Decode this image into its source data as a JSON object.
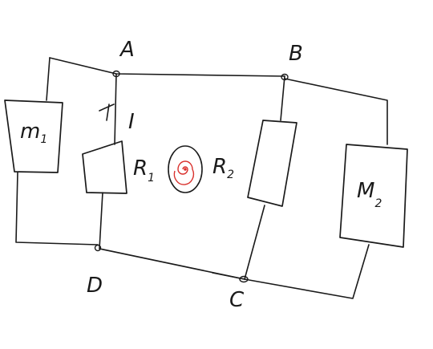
{
  "nodes": {
    "A": "A",
    "B": "B",
    "C": "C",
    "D": "D"
  },
  "components": {
    "m1": {
      "main": "m",
      "sub": "1"
    },
    "M2": {
      "main": "M",
      "sub": "2"
    },
    "R1": {
      "main": "R",
      "sub": "1"
    },
    "R2": {
      "main": "R",
      "sub": "2"
    }
  },
  "current_label": "I",
  "colors": {
    "ink": "#1a1a1a",
    "field": "#d9302c"
  }
}
